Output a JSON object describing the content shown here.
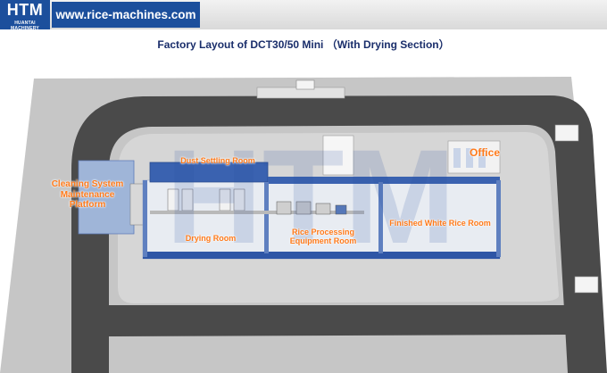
{
  "header": {
    "logo": "HTM",
    "logo_subtitle": "HUANTAI MACHINERY",
    "url": "www.rice-machines.com"
  },
  "title": "Factory Layout of DCT30/50 Mini （With Drying Section）",
  "labels": {
    "cleaning_platform": "Cleaning System Maintenance Platform",
    "dust_room": "Dust Settling Room",
    "drying_room": "Drying Room",
    "rice_processing": "Rice Processing Equipment Room",
    "finished_room": "Finished White Rice Room",
    "office": "Office"
  },
  "watermark": "HTM",
  "colors": {
    "brand_blue": "#1c4f9c",
    "title_navy": "#1a2e6b",
    "label_orange": "#ff7a1a",
    "road": "#4a4a4a",
    "ground": "#c6c6c6",
    "wall_blue": "#3a62b0"
  }
}
